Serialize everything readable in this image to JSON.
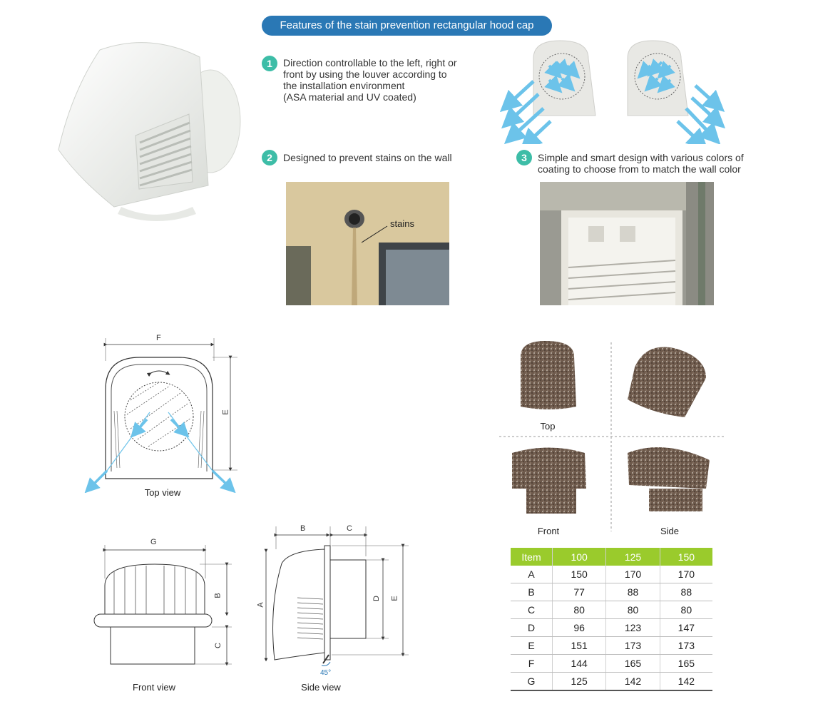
{
  "header": {
    "title": "Features of the stain prevention rectangular hood cap"
  },
  "features": [
    {
      "num": "1",
      "lines": [
        "Direction controllable to the left, right or",
        "front by using the louver according to",
        "the installation environment",
        "(ASA material and UV coated)"
      ]
    },
    {
      "num": "2",
      "lines": [
        "Designed to prevent stains on the wall"
      ]
    },
    {
      "num": "3",
      "lines": [
        "Simple and smart design with various colors of",
        "coating to choose from to match the wall color"
      ]
    }
  ],
  "photo_wall": {
    "annotation": "stains"
  },
  "diagrams": {
    "top_view": {
      "label": "Top view",
      "dims": {
        "f": "F",
        "e": "E"
      }
    },
    "front_view": {
      "label": "Front view",
      "dims": {
        "g": "G",
        "b": "B",
        "c": "C"
      }
    },
    "side_view": {
      "label": "Side view",
      "dims": {
        "b": "B",
        "c": "C",
        "a": "A",
        "d": "D",
        "e": "E",
        "angle": "45°"
      }
    }
  },
  "product_views": {
    "top": "Top",
    "front": "Front",
    "side": "Side"
  },
  "spec_table": {
    "headers": [
      "Item",
      "100",
      "125",
      "150"
    ],
    "rows": [
      [
        "A",
        "150",
        "170",
        "170"
      ],
      [
        "B",
        "77",
        "88",
        "88"
      ],
      [
        "C",
        "80",
        "80",
        "80"
      ],
      [
        "D",
        "96",
        "123",
        "147"
      ],
      [
        "E",
        "151",
        "173",
        "173"
      ],
      [
        "F",
        "144",
        "165",
        "165"
      ],
      [
        "G",
        "125",
        "142",
        "142"
      ]
    ]
  },
  "colors": {
    "banner": "#2a78b5",
    "number_badge": "#3dbda7",
    "table_header": "#9acb2c",
    "arrow": "#6cc3ea",
    "granite": "#6e5a4c"
  }
}
